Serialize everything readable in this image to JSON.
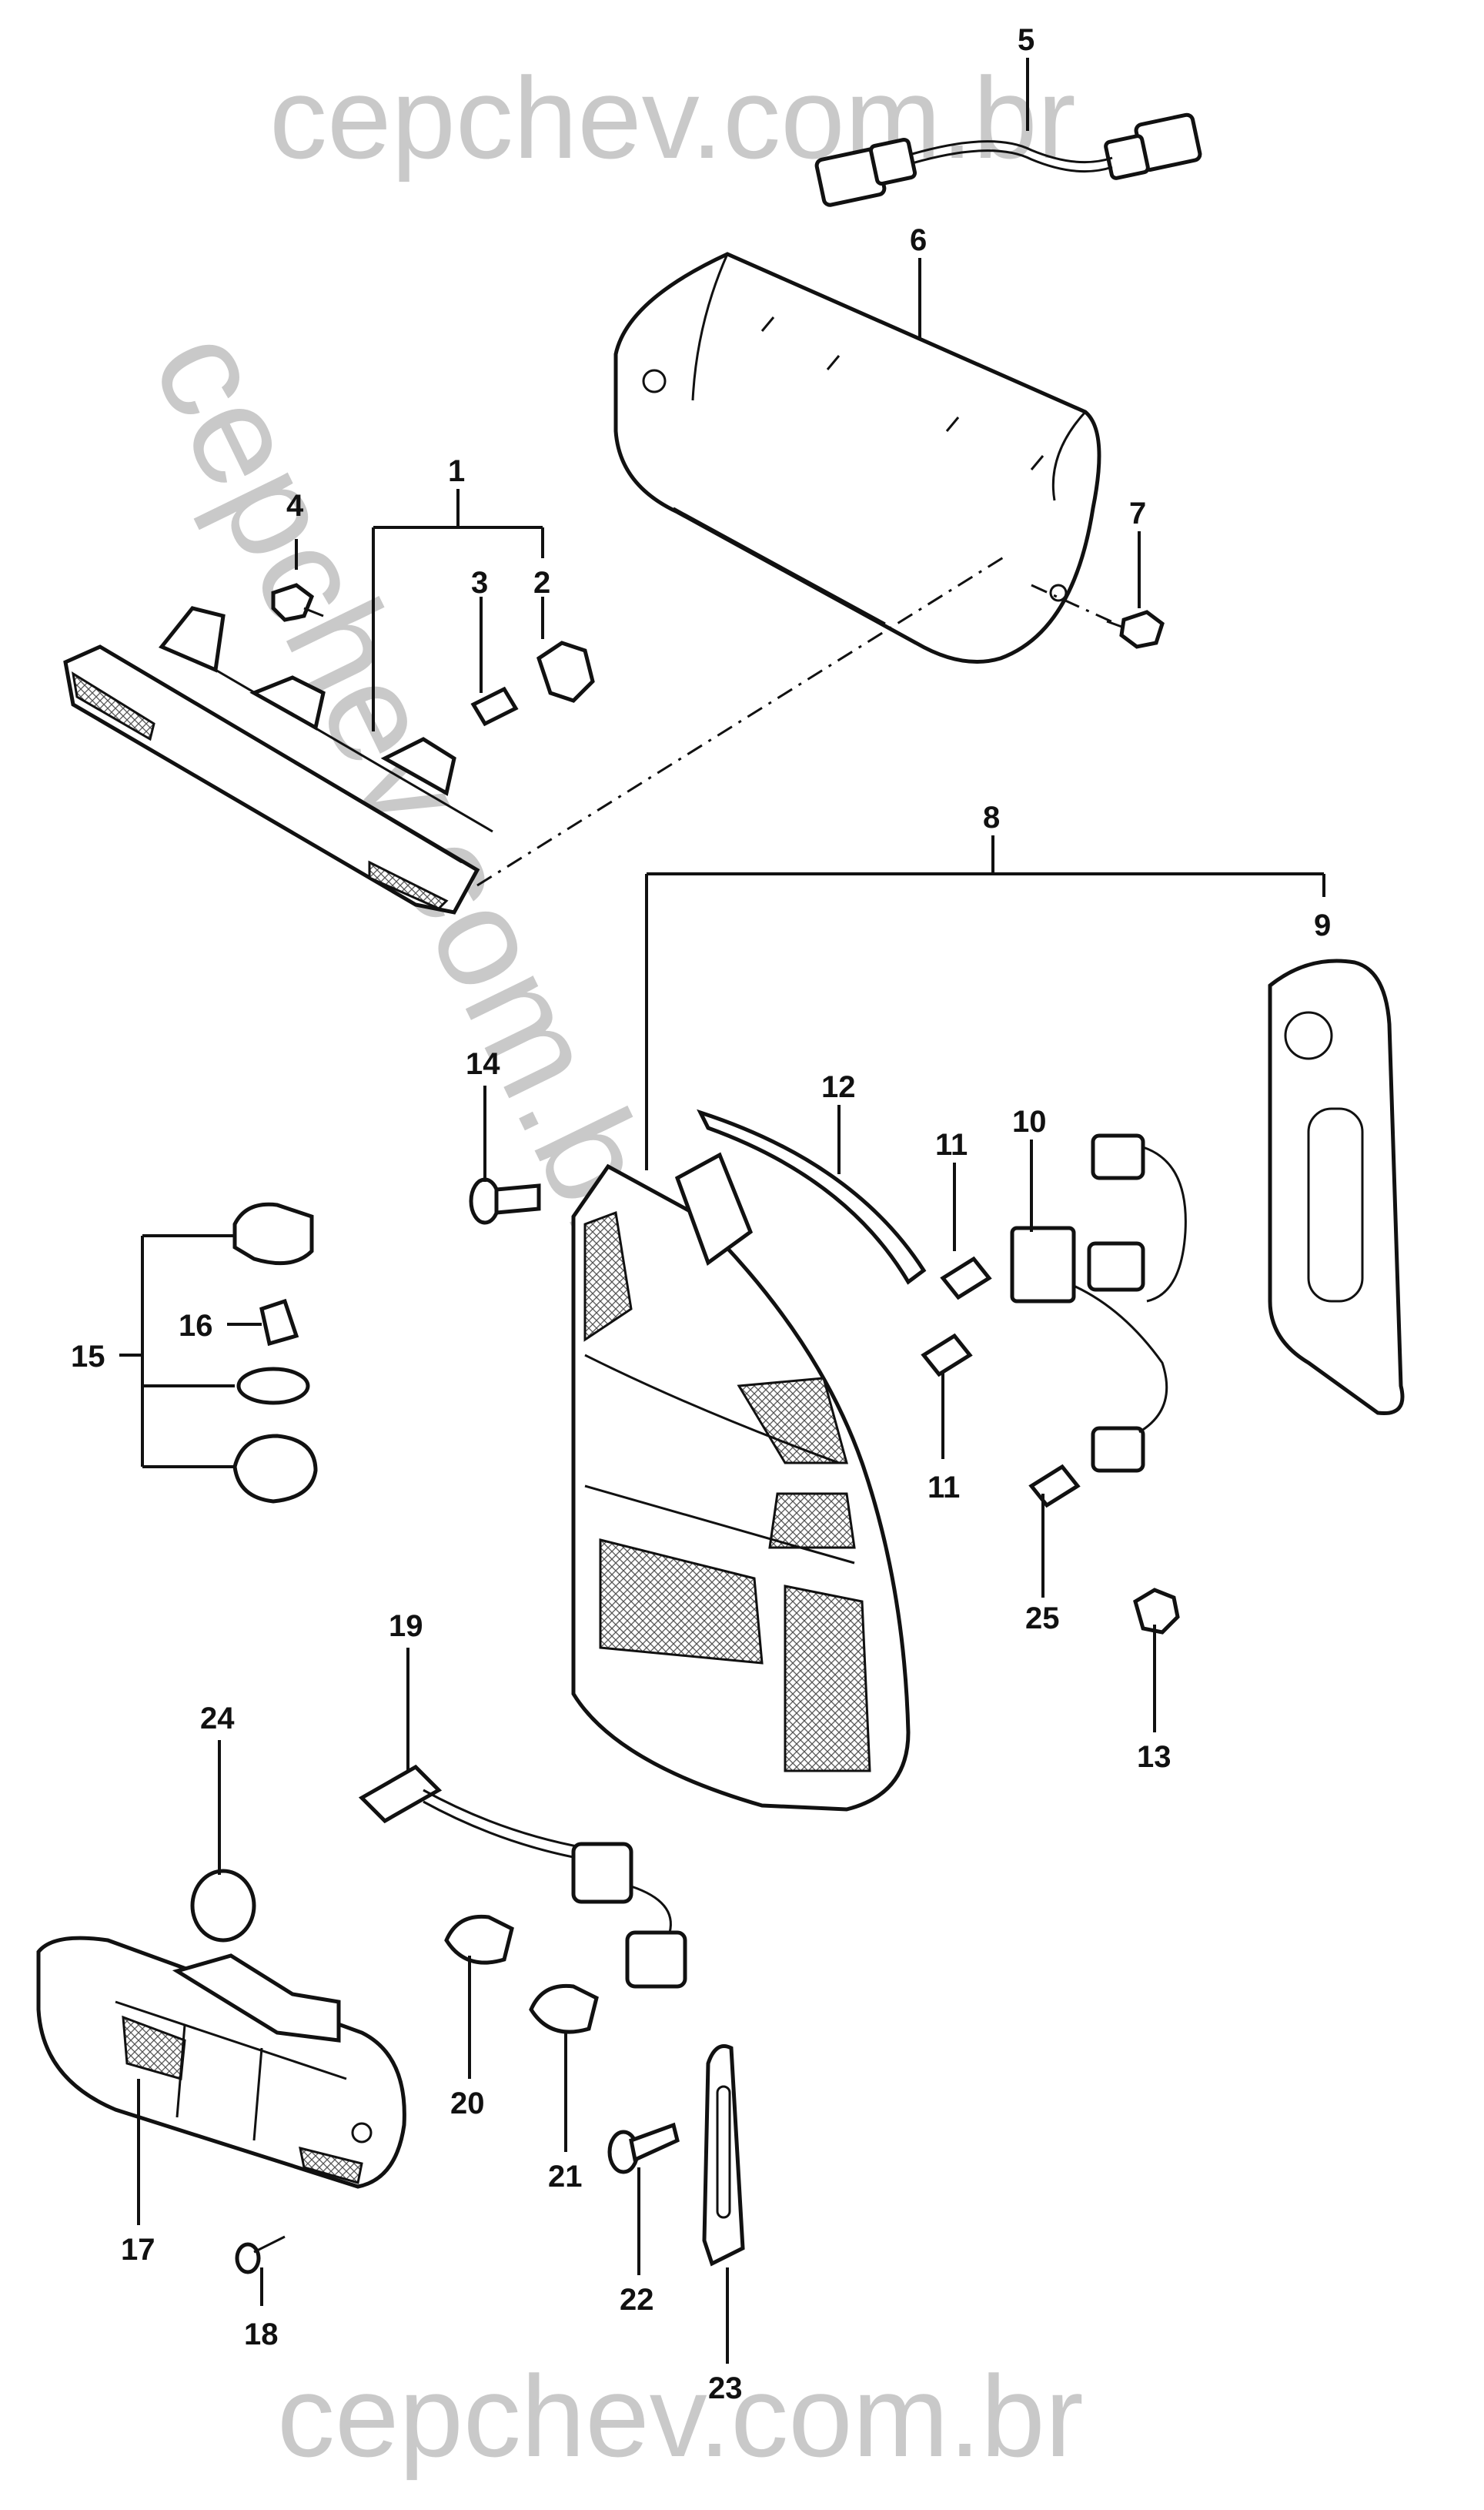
{
  "watermark": {
    "top": "cepchev.com.br",
    "diagonal": "cepchev.com.br",
    "bottom": "cepchev.com.br"
  },
  "callouts": {
    "c1": "1",
    "c2": "2",
    "c3": "3",
    "c4": "4",
    "c5": "5",
    "c6": "6",
    "c7": "7",
    "c8": "8",
    "c9": "9",
    "c10": "10",
    "c11a": "11",
    "c11b": "11",
    "c12": "12",
    "c13": "13",
    "c14": "14",
    "c15": "15",
    "c16": "16",
    "c17": "17",
    "c18": "18",
    "c19": "19",
    "c20": "20",
    "c21": "21",
    "c22": "22",
    "c23": "23",
    "c24": "24",
    "c25": "25"
  }
}
